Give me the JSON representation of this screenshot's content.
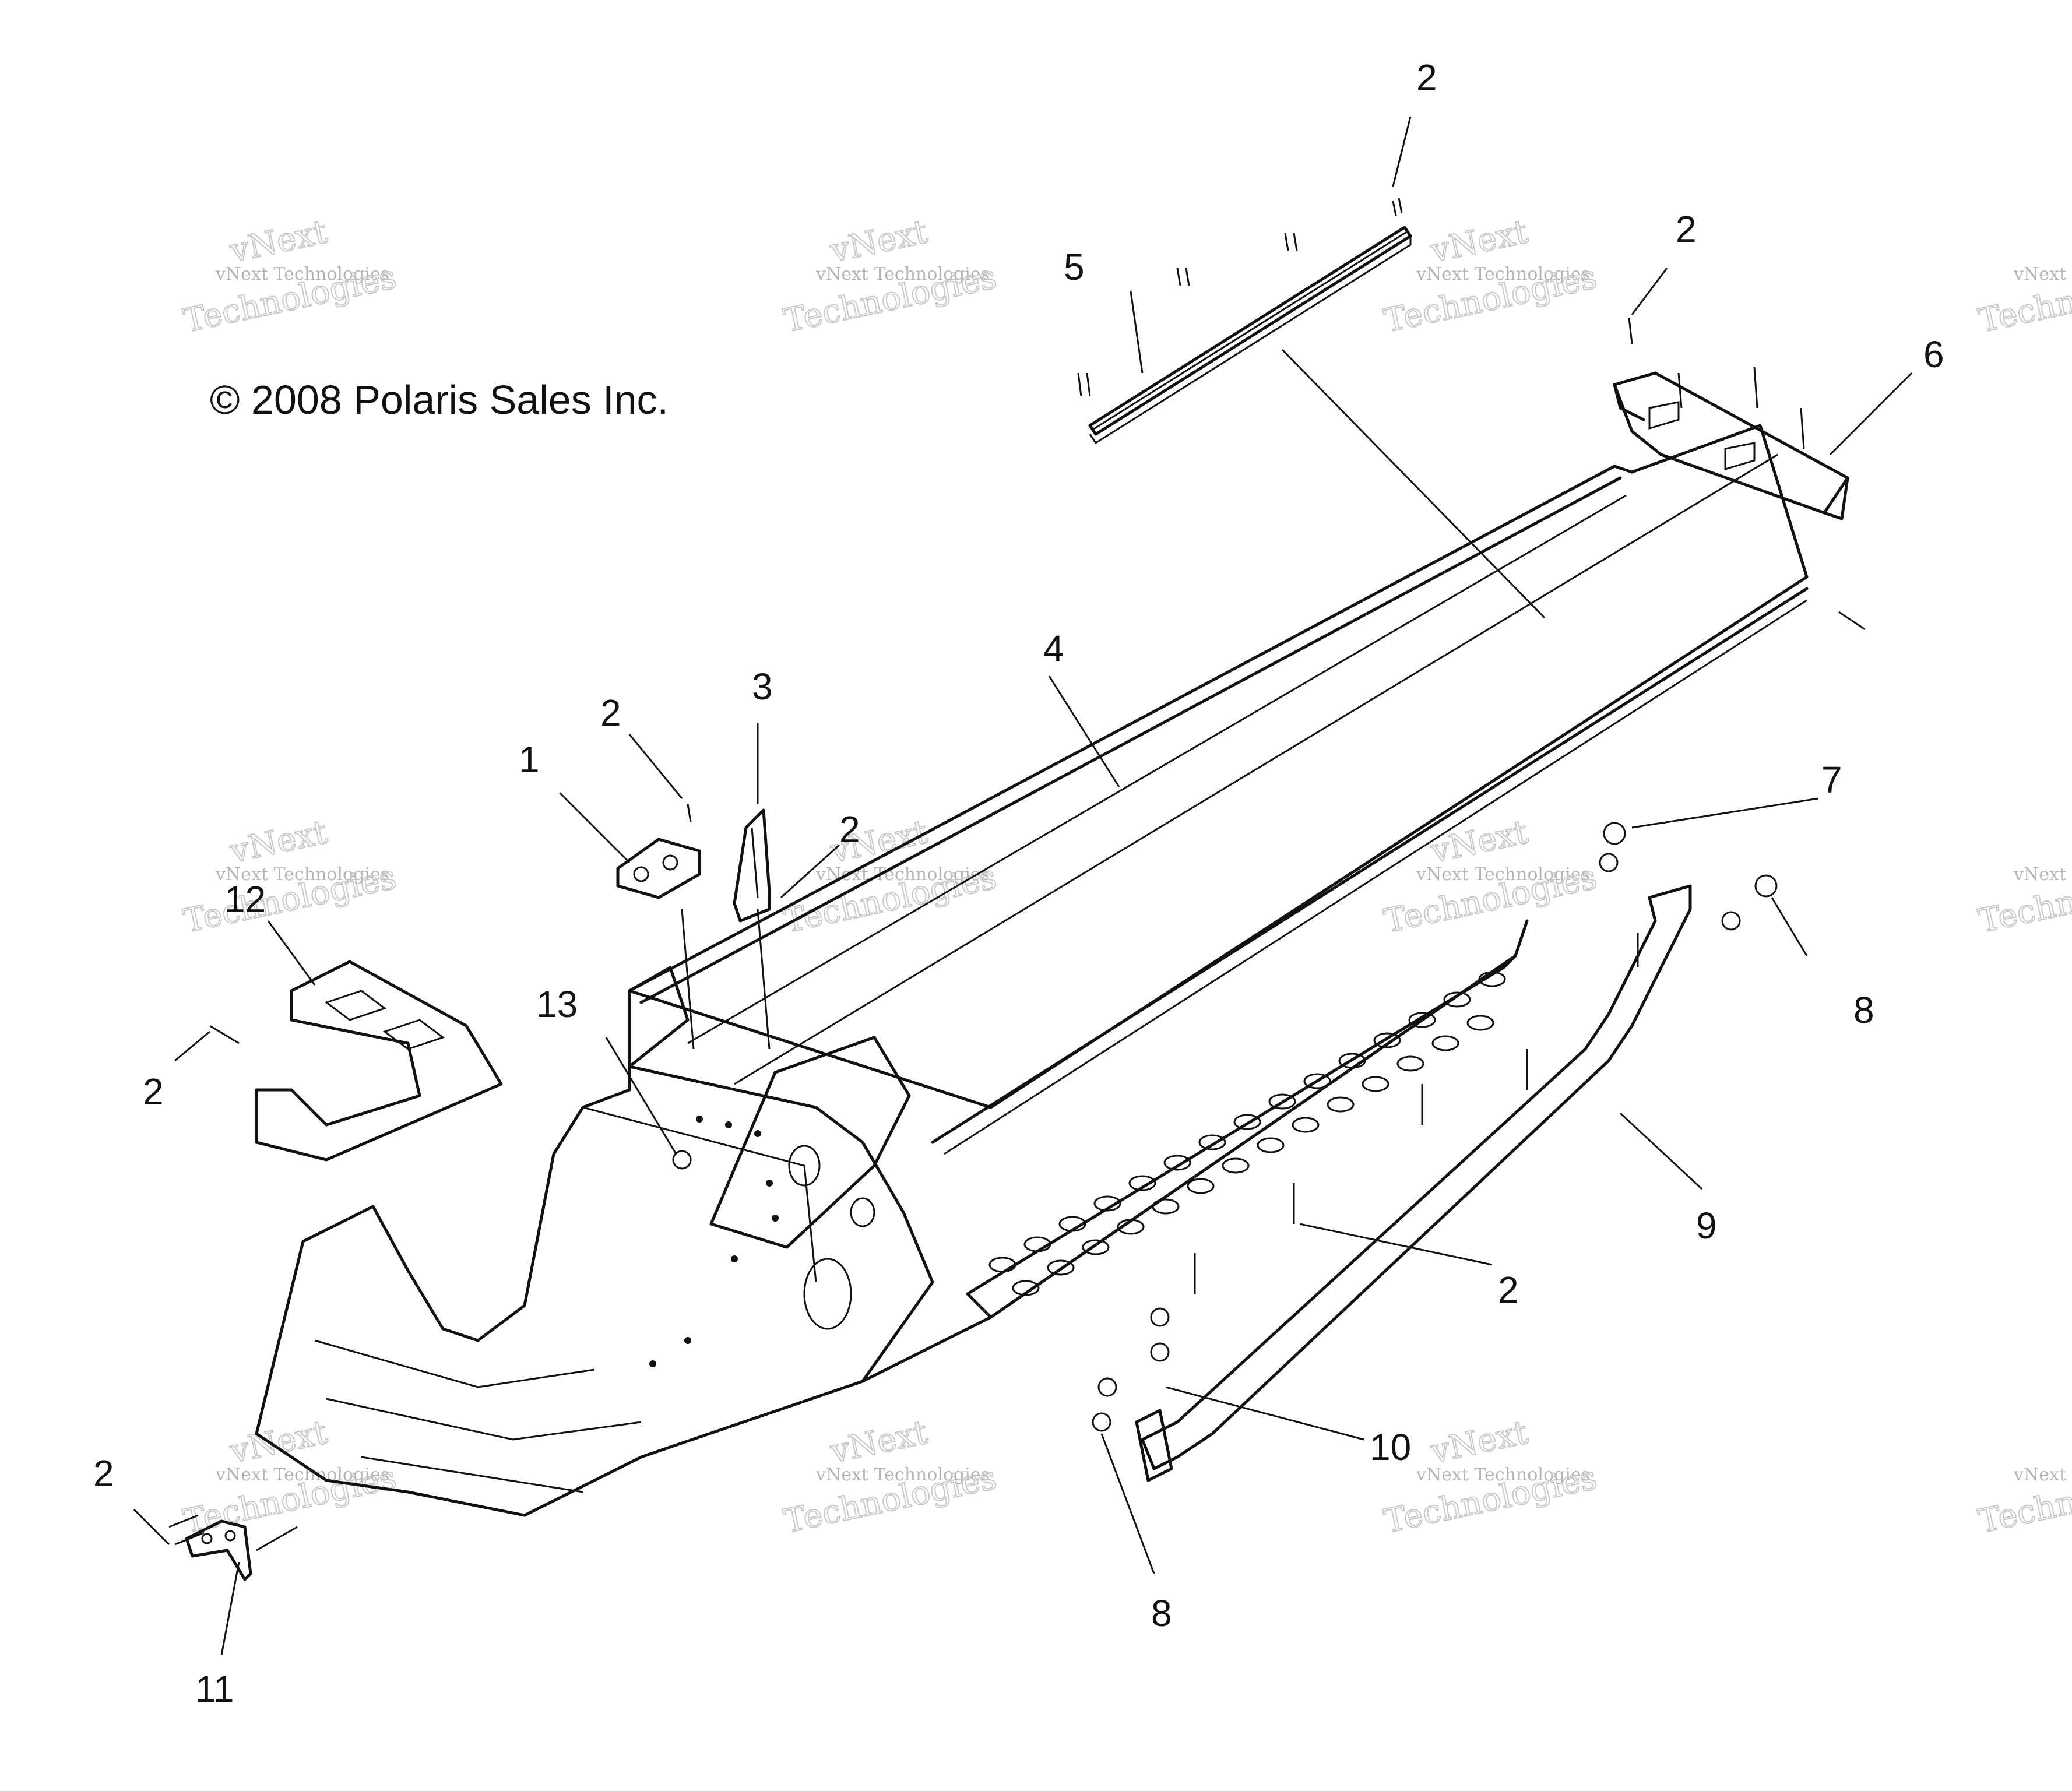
{
  "copyright": "© 2008 Polaris Sales Inc.",
  "watermark": {
    "line1": "vNext Technologies",
    "line2": "vNext",
    "line3": "Technologies",
    "edge_line1": "vNext",
    "edge_line2": "Techno"
  },
  "callouts": {
    "c1": "1",
    "c2a": "2",
    "c2b": "2",
    "c2c": "2",
    "c2d": "2",
    "c2e": "2",
    "c2f": "2",
    "c2g": "2",
    "c3": "3",
    "c4": "4",
    "c5": "5",
    "c6": "6",
    "c7": "7",
    "c8a": "8",
    "c8b": "8",
    "c9": "9",
    "c10": "10",
    "c11": "11",
    "c12": "12",
    "c13": "13"
  },
  "colors": {
    "ink": "#111111",
    "watermark": "#b4b4b4",
    "background": "#ffffff"
  }
}
